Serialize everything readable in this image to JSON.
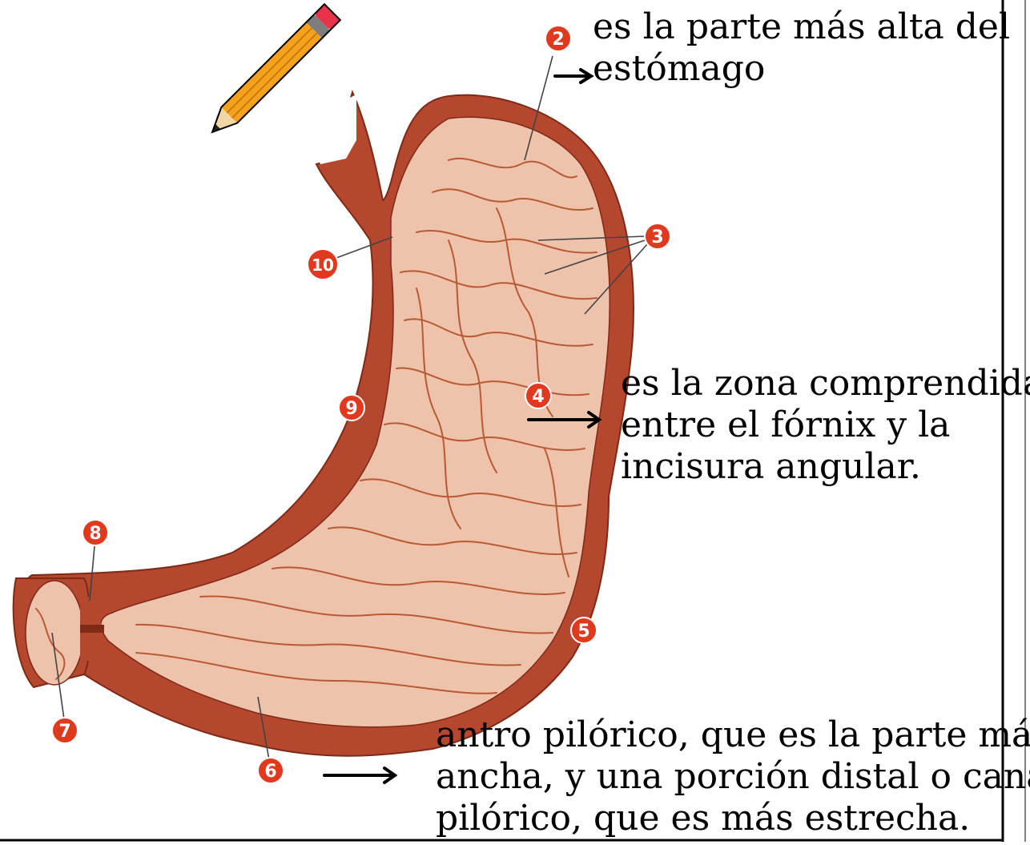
{
  "colors": {
    "wall": "#b5472f",
    "wall_dark": "#7e2a17",
    "mucosa": "#efc3ab",
    "fold": "#b85a36",
    "badge": "#e0391e",
    "badge_text": "#ffffff",
    "pencil_body": "#f4a21c",
    "pencil_eraser": "#e8334a",
    "frame": "#000000"
  },
  "icons": {
    "pencil": "pencil-icon",
    "arrow": "right-arrow-icon"
  },
  "markers": [
    {
      "id": "m2",
      "label": "2"
    },
    {
      "id": "m3",
      "label": "3"
    },
    {
      "id": "m4",
      "label": "4"
    },
    {
      "id": "m5",
      "label": "5"
    },
    {
      "id": "m6",
      "label": "6"
    },
    {
      "id": "m7",
      "label": "7"
    },
    {
      "id": "m8",
      "label": "8"
    },
    {
      "id": "m9",
      "label": "9"
    },
    {
      "id": "m10",
      "label": "10"
    }
  ],
  "captions": {
    "fundus": {
      "line1": "es la parte más alta del",
      "line2": "estómago"
    },
    "body": {
      "line1": "es la zona comprendida",
      "line2": "entre el fórnix y la",
      "line3": "incisura angular."
    },
    "antrum": {
      "line1": "antro pilórico, que es la parte más",
      "line2": "ancha, y una porción distal o canal",
      "line3": "pilórico, que es más estrecha."
    }
  }
}
